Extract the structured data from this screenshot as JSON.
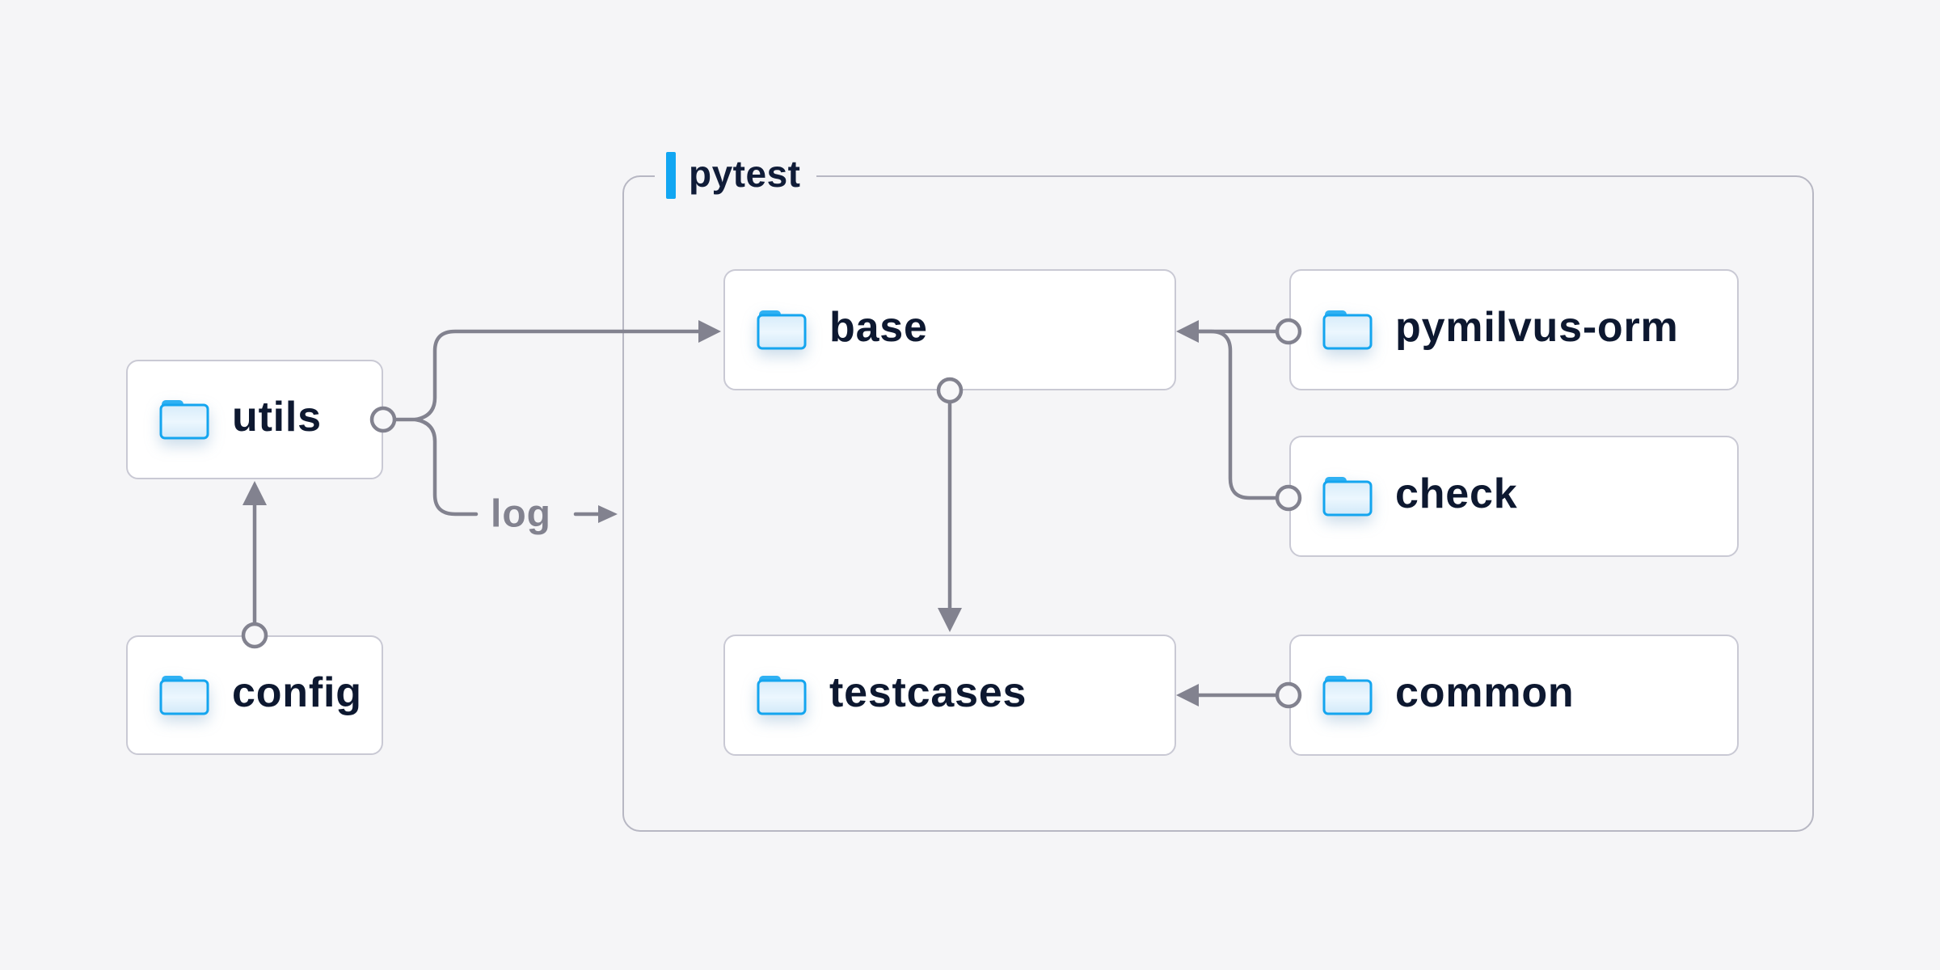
{
  "diagram": {
    "group": {
      "label": "pytest"
    },
    "nodes": [
      {
        "id": "utils",
        "label": "utils",
        "icon": "folder-icon"
      },
      {
        "id": "config",
        "label": "config",
        "icon": "folder-icon"
      },
      {
        "id": "base",
        "label": "base",
        "icon": "folder-icon"
      },
      {
        "id": "pymilvus-orm",
        "label": "pymilvus-orm",
        "icon": "folder-icon"
      },
      {
        "id": "check",
        "label": "check",
        "icon": "folder-icon"
      },
      {
        "id": "testcases",
        "label": "testcases",
        "icon": "folder-icon"
      },
      {
        "id": "common",
        "label": "common",
        "icon": "folder-icon"
      }
    ],
    "edges": [
      {
        "from": "config",
        "to": "utils",
        "label": ""
      },
      {
        "from": "utils",
        "to": "base",
        "label": ""
      },
      {
        "from": "utils",
        "to": "pytest",
        "label": "log"
      },
      {
        "from": "pymilvus-orm",
        "to": "base",
        "label": ""
      },
      {
        "from": "check",
        "to": "base",
        "label": ""
      },
      {
        "from": "base",
        "to": "testcases",
        "label": ""
      },
      {
        "from": "common",
        "to": "testcases",
        "label": ""
      }
    ],
    "colors": {
      "background": "#f5f5f7",
      "accent_blue": "#12a6f2",
      "folder_blue": "#14a5ef",
      "line_gray": "#82828f",
      "text_navy": "#0d1830",
      "node_fill": "#ffffff",
      "node_border": "#c9c9d4",
      "group_border": "#b7b7c3"
    }
  }
}
